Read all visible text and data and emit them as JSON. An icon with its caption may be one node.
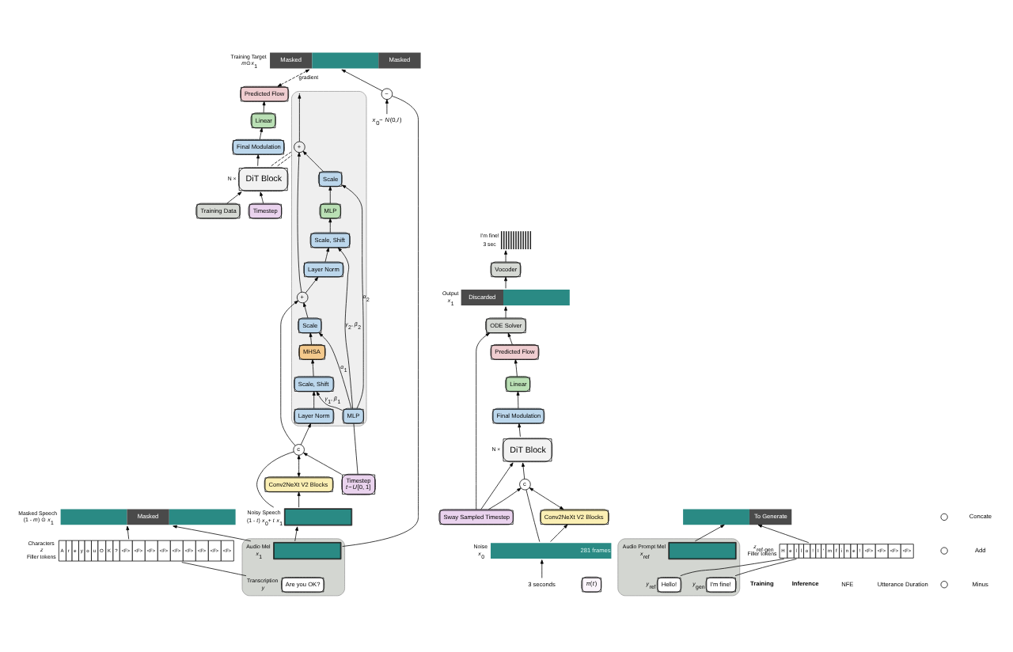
{
  "diagram": {
    "nodes": [
      {
        "text": [
          "Masked",
          "Masked"
        ],
        "beside": [
          "Training Target",
          "*m*⊙*x*$_{1}$"
        ]
      },
      {
        "text": [
          "Predicted Flow"
        ]
      },
      {
        "text": [
          "Linear"
        ]
      },
      {
        "text": [
          "Final Modulation"
        ]
      },
      {
        "text": [
          "DiT Block"
        ],
        "beside": [
          "N ×"
        ]
      },
      {
        "text": [
          "Training Data"
        ]
      },
      {
        "text": [
          "Timestep"
        ]
      },
      {
        "text": [],
        "shape": "box"
      },
      {
        "text": [
          "+"
        ],
        "in": 7
      },
      {
        "text": [
          "Scale"
        ],
        "in": 7
      },
      {
        "text": [
          "MLP"
        ],
        "in": 7
      },
      {
        "text": [
          "Scale, Shift"
        ],
        "in": 7
      },
      {
        "text": [
          "Layer Norm"
        ],
        "in": 7
      },
      {
        "text": [
          "+"
        ],
        "in": 7
      },
      {
        "text": [
          "Scale"
        ],
        "in": 7
      },
      {
        "text": [
          "MHSA"
        ],
        "in": 7
      },
      {
        "text": [
          "Scale, Shift"
        ],
        "in": 7
      },
      {
        "text": [
          "Layer Norm"
        ],
        "in": 7
      },
      {
        "text": [
          "MLP"
        ],
        "in": 7
      },
      {
        "text": [
          "Timestep",
          "*t*~*U*[0, 1]"
        ]
      },
      {
        "text": [
          "c"
        ]
      },
      {
        "text": [
          "Conv2NeXt V2 Blocks"
        ]
      },
      {
        "text": [],
        "shape": "box",
        "beside": [
          "Noisy Speech",
          "(1 - *t*) *x*$_{0}$+ *t* *x*$_{1}$"
        ]
      },
      {
        "text": [
          "Masked"
        ],
        "beside": [
          "Masked Speech",
          "(1 - *m*) ⊙ *x*$_{1}$"
        ]
      },
      {
        "text": [
          "A",
          "r",
          "e",
          "y",
          "o",
          "u",
          "O",
          "K",
          "?",
          "<F>",
          "<F>",
          "<F>",
          "<F>",
          "<F>",
          "<F>",
          "<F>",
          "<F>",
          "<F>"
        ],
        "beside": [
          "Characters",
          "*z*",
          "Filler tokens"
        ]
      },
      {
        "text": [],
        "shape": "box"
      },
      {
        "text": [
          "Are you OK?"
        ],
        "in": 25,
        "beside": [
          "Transcription",
          "*y*"
        ]
      },
      {
        "text": [],
        "shape": "box",
        "in": 25,
        "beside": [
          "Audio Mel",
          "*x*$_{1}$"
        ]
      },
      {
        "text": [
          "−"
        ]
      },
      {
        "text": [
          "*x*$_{0}$~ *N*(0,*I*)"
        ]
      },
      {
        "text": [],
        "shape": "picture",
        "beside": [
          "I'm fine!",
          "3 sec"
        ]
      },
      {
        "text": [
          "Vocoder"
        ]
      },
      {
        "text": [
          "Discarded"
        ],
        "beside": [
          "Output",
          "*x*$_{1}$"
        ]
      },
      {
        "text": [
          "ODE Solver"
        ]
      },
      {
        "text": [
          "Predicted Flow"
        ]
      },
      {
        "text": [
          "Linear"
        ]
      },
      {
        "text": [
          "Final Modulation"
        ]
      },
      {
        "text": [
          "DiT Block"
        ],
        "beside": [
          "N ×"
        ]
      },
      {
        "text": [
          "Sway Sampled Timestep"
        ]
      },
      {
        "text": [
          "*π*(*t*)"
        ]
      },
      {
        "text": [
          "c"
        ]
      },
      {
        "text": [
          "Conv2NeXt V2 Blocks"
        ]
      },
      {
        "text": [
          "281 frames"
        ],
        "beside": [
          "Noise",
          "*x*$_{0}$"
        ]
      },
      {
        "text": [
          "To Generate"
        ]
      },
      {
        "text": [
          "H",
          "e",
          "l",
          "l",
          "o",
          "!",
          "I",
          "'",
          "m",
          "f",
          "i",
          "n",
          "e",
          "!",
          "<F>",
          "<F>",
          "<F>",
          "<F>"
        ],
        "beside": [
          "*z*$_{ref·gen}$",
          "Filler tokens"
        ]
      },
      {
        "text": [],
        "shape": "box"
      },
      {
        "text": [
          "Hello!"
        ],
        "in": 45,
        "beside": [
          "*y*$_{ref}$"
        ]
      },
      {
        "text": [
          "I'm fine!"
        ],
        "in": 45,
        "beside": [
          "*y*$_{gen}$"
        ]
      },
      {
        "text": [],
        "shape": "box",
        "in": 45,
        "beside": [
          "Audio Prompt Mel",
          "*x*$_{ref}$"
        ]
      },
      {
        "text": [
          "3 seconds"
        ]
      }
    ],
    "edges": [
      {
        "from": 1,
        "to": 0,
        "arrow": "both",
        "label": "gradient",
        "style": "dashed"
      },
      {
        "from": 2,
        "to": 1,
        "arrow": "to"
      },
      {
        "from": 3,
        "to": 2,
        "arrow": "to"
      },
      {
        "from": 4,
        "to": 3,
        "arrow": "to"
      },
      {
        "from": 5,
        "to": 4,
        "arrow": "to"
      },
      {
        "from": 6,
        "to": 4,
        "arrow": "to"
      },
      {
        "from": 4,
        "to": 7,
        "arrow": "none",
        "style": "dashed"
      },
      {
        "from": 4,
        "to": 7,
        "arrow": "none",
        "style": "dashed"
      },
      {
        "from": 20,
        "to": 17,
        "arrow": "to"
      },
      {
        "from": 17,
        "to": 16,
        "arrow": "to"
      },
      {
        "from": 16,
        "to": 15,
        "arrow": "to"
      },
      {
        "from": 15,
        "to": 14,
        "arrow": "to"
      },
      {
        "from": 14,
        "to": 13,
        "arrow": "to"
      },
      {
        "from": 20,
        "to": 13,
        "arrow": "to"
      },
      {
        "from": 13,
        "to": 12,
        "arrow": "to"
      },
      {
        "from": 12,
        "to": 11,
        "arrow": "to"
      },
      {
        "from": 11,
        "to": 10,
        "arrow": "to"
      },
      {
        "from": 10,
        "to": 9,
        "arrow": "to"
      },
      {
        "from": 9,
        "to": 8,
        "arrow": "to"
      },
      {
        "from": 13,
        "to": 8,
        "arrow": "to"
      },
      {
        "from": 8,
        "to": 7,
        "arrow": "to"
      },
      {
        "from": 18,
        "to": 16,
        "arrow": "to",
        "label": "*γ*$_{1}$, *β*$_{1}$"
      },
      {
        "from": 18,
        "to": 14,
        "arrow": "to",
        "label": "*α*$_{1}$"
      },
      {
        "from": 18,
        "to": 11,
        "arrow": "to",
        "label": "*γ*$_{2}$, *β*$_{2}$"
      },
      {
        "from": 18,
        "to": 9,
        "arrow": "to",
        "label": "*α*$_{2}$"
      },
      {
        "from": 19,
        "to": 18,
        "arrow": "none"
      },
      {
        "from": 19,
        "to": 20,
        "arrow": "to"
      },
      {
        "from": 21,
        "to": 20,
        "arrow": "both"
      },
      {
        "from": 22,
        "to": 20,
        "arrow": "none"
      },
      {
        "from": 22,
        "to": 21,
        "arrow": "to"
      },
      {
        "from": 24,
        "to": 23,
        "arrow": "to"
      },
      {
        "from": 26,
        "to": 24,
        "arrow": "none"
      },
      {
        "from": 27,
        "to": 22,
        "arrow": "to"
      },
      {
        "from": 27,
        "to": 23,
        "arrow": "to"
      },
      {
        "from": 27,
        "to": 28,
        "arrow": "none"
      },
      {
        "from": 29,
        "to": 28,
        "arrow": "to"
      },
      {
        "from": 28,
        "to": 0,
        "arrow": "to"
      },
      {
        "from": 31,
        "to": 30,
        "arrow": "to"
      },
      {
        "from": 32,
        "to": 31,
        "arrow": "to"
      },
      {
        "from": 33,
        "to": 32,
        "arrow": "to"
      },
      {
        "from": 34,
        "to": 33,
        "arrow": "to"
      },
      {
        "from": 35,
        "to": 34,
        "arrow": "to"
      },
      {
        "from": 36,
        "to": 35,
        "arrow": "to"
      },
      {
        "from": 37,
        "to": 36,
        "arrow": "to"
      },
      {
        "from": 38,
        "to": 33,
        "arrow": "to"
      },
      {
        "from": 38,
        "to": 37,
        "arrow": "to"
      },
      {
        "from": 38,
        "to": 40,
        "arrow": "to"
      },
      {
        "from": 40,
        "to": 37,
        "arrow": "to"
      },
      {
        "from": 41,
        "to": 40,
        "arrow": "both"
      },
      {
        "from": 42,
        "to": 40,
        "arrow": "none"
      },
      {
        "from": 42,
        "to": 41,
        "arrow": "to"
      },
      {
        "from": 44,
        "to": 43,
        "arrow": "to"
      },
      {
        "from": 46,
        "to": 44,
        "arrow": "none"
      },
      {
        "from": 47,
        "to": 44,
        "arrow": "none"
      },
      {
        "from": 48,
        "to": 43,
        "arrow": "to"
      },
      {
        "from": 49,
        "to": 42,
        "arrow": "to"
      }
    ],
    "labels": [
      "Training",
      "Inference",
      "NFE",
      "Utterance Duration"
    ],
    "legend": [
      {
        "text": "Concate"
      },
      {
        "text": "Add"
      },
      {
        "text": "Minus"
      }
    ]
  }
}
